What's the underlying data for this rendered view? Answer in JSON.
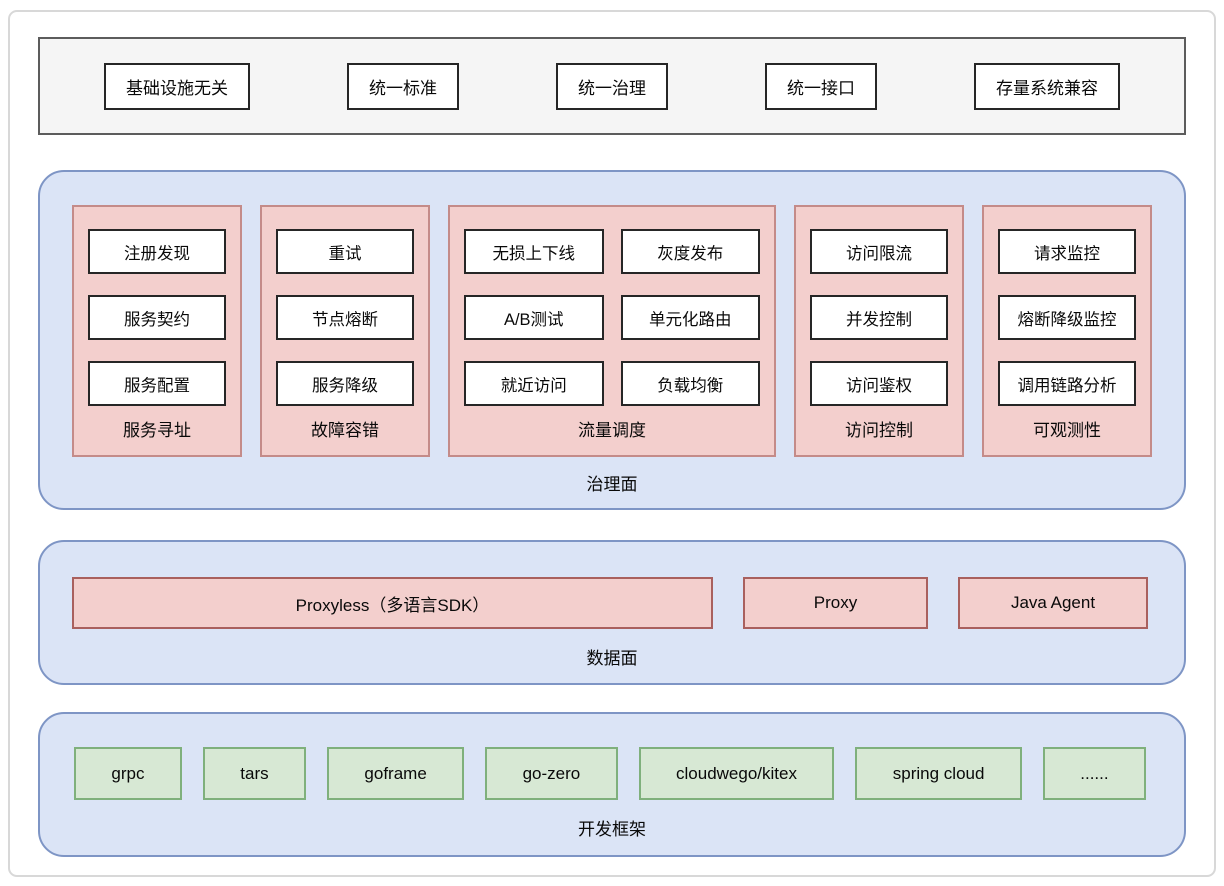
{
  "colors": {
    "blue_fill": "#dbe4f6",
    "blue_border": "#7e95c5",
    "pink_fill": "#f3cfcd",
    "pink_border": "#c48b89",
    "pink_border_dark": "#a9605e",
    "green_fill": "#d7e8d4",
    "green_border": "#7fb07c",
    "gray_fill": "#f5f5f5",
    "gray_border": "#5c5c5c",
    "box_border": "#262626"
  },
  "top_bar": {
    "items": [
      "基础设施无关",
      "统一标准",
      "统一治理",
      "统一接口",
      "存量系统兼容"
    ]
  },
  "governance_plane": {
    "label": "治理面",
    "groups": [
      {
        "label": "服务寻址",
        "columns": 1,
        "items": [
          "注册发现",
          "服务契约",
          "服务配置"
        ]
      },
      {
        "label": "故障容错",
        "columns": 1,
        "items": [
          "重试",
          "节点熔断",
          "服务降级"
        ]
      },
      {
        "label": "流量调度",
        "columns": 2,
        "items": [
          "无损上下线",
          "灰度发布",
          "A/B测试",
          "单元化路由",
          "就近访问",
          "负载均衡"
        ]
      },
      {
        "label": "访问控制",
        "columns": 1,
        "items": [
          "访问限流",
          "并发控制",
          "访问鉴权"
        ]
      },
      {
        "label": "可观测性",
        "columns": 1,
        "items": [
          "请求监控",
          "熔断降级监控",
          "调用链路分析"
        ]
      }
    ]
  },
  "data_plane": {
    "label": "数据面",
    "items": [
      "Proxyless（多语言SDK）",
      "Proxy",
      "Java Agent"
    ]
  },
  "dev_frameworks": {
    "label": "开发框架",
    "items": [
      "grpc",
      "tars",
      "goframe",
      "go-zero",
      "cloudwego/kitex",
      "spring cloud",
      "......"
    ]
  }
}
